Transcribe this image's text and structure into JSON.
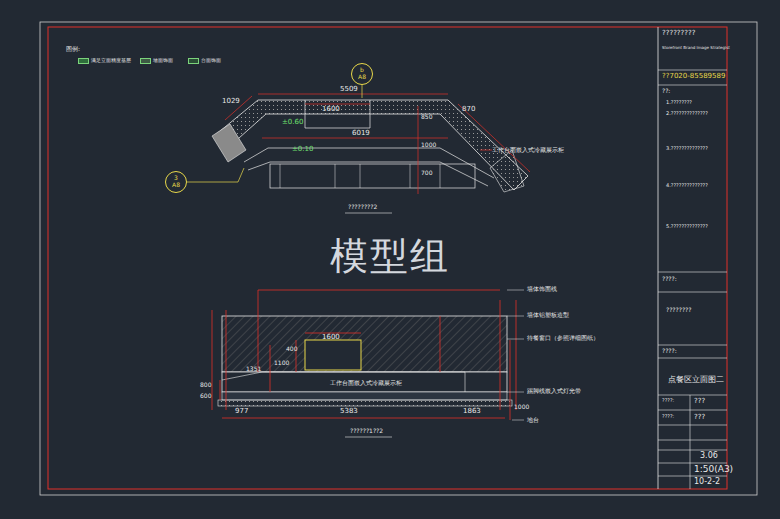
{
  "diagram": {
    "nodes": [
      {
        "text": [
          "b",
          "A8"
        ]
      },
      {
        "text": [
          "3",
          "A8"
        ]
      }
    ],
    "labels": [
      "模型组",
      "5509",
      "1600",
      "1029",
      "870",
      "6019",
      "±0.60",
      "±0.10",
      "850",
      "1000",
      "700",
      "工作台面嵌入式冷藏展示柜",
      "????????2",
      "墙体饰面线",
      "墙体铝塑板造型",
      "待餐窗口（参照详细图纸）",
      "踢脚线嵌入式灯光带",
      "地台",
      "1600",
      "400",
      "1100",
      "1351",
      "工作台面嵌入式冷藏展示柜",
      "977",
      "5383",
      "1863",
      "800",
      "600",
      "1000",
      "??????1??2",
      "?????????",
      "Storefront Brand Image Strategist",
      "??7020-85589589",
      "??:",
      "1.????????",
      "2.??????????????",
      "3.??????????????",
      "4.??????????????",
      "5.??????????????",
      "????:",
      "????????",
      "????:",
      "点餐区立面图二",
      "????:",
      "???",
      "????:",
      "???",
      "3.06",
      "1:50(A3)",
      "10-2-2",
      "图例:"
    ],
    "legend": [
      {
        "text": "满足立面精度基层",
        "color": "#2f6e3c"
      },
      {
        "text": "墙面饰面",
        "color": "#3d5a44"
      },
      {
        "text": "台面饰面",
        "color": "#2a4d35"
      }
    ]
  }
}
